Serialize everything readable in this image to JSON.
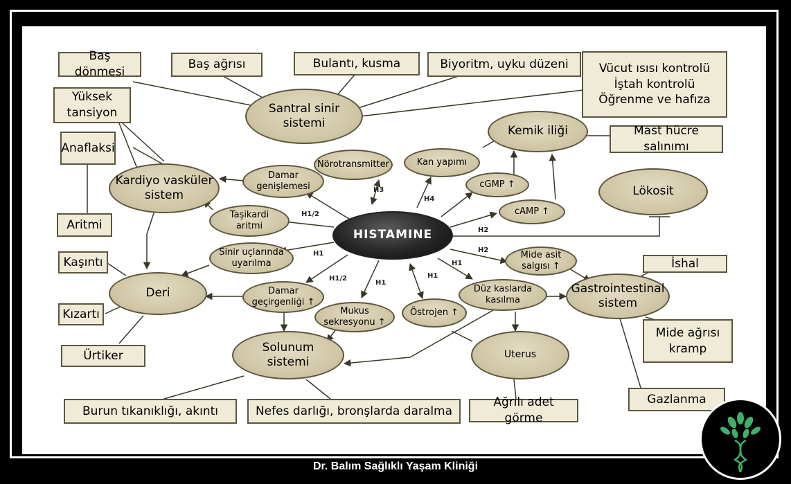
{
  "diagram": {
    "center": {
      "label": "HISTAMINE"
    },
    "systems": {
      "cns": "Santral sinir\nsistemi",
      "cardio": "Kardiyo vasküler\nsistem",
      "skin": "Deri",
      "resp": "Solunum\nsistemi",
      "uterus": "Uterus",
      "gi": "Gastrointestinal\nsistem",
      "bone": "Kemik iliği",
      "leuko": "Lökosit"
    },
    "effects": {
      "neuro": "Nörotransmitter",
      "blood": "Kan yapımı",
      "cgmp": "cGMP ↑",
      "camp": "cAMP ↑",
      "vasodil": "Damar\ngenişlemesi",
      "tachy": "Taşikardi\naritmi",
      "nerve": "Sinir uçlarında\nuyarılma",
      "perm": "Damar\ngeçirgenliği ↑",
      "mucus": "Mukus\nsekresyonu ↑",
      "estro": "Östrojen ↑",
      "smooth": "Düz kaslarda\nkasılma",
      "acid": "Mide asit\nsalgısı ↑"
    },
    "symptoms": {
      "dizzy": "Baş dönmesi",
      "headache": "Baş ağrısı",
      "nausea": "Bulantı, kusma",
      "biorhythm": "Biyoritm, uyku düzeni",
      "body": "Vücut ısısı kontrolü\nİştah kontrolü\nÖğrenme ve hafıza",
      "htn": "Yüksek\ntansiyon",
      "anaph": "Anaflaksi",
      "arrhythmia": "Aritmi",
      "mast": "Mast hücre salınımı",
      "itch": "Kaşıntı",
      "redness": "Kızartı",
      "urticaria": "Ürtiker",
      "diarrhea": "İshal",
      "stomach": "Mide ağrısı\nkramp",
      "gas": "Gazlanma",
      "nose": "Burun tıkanıklığı, akıntı",
      "breath": "Nefes darlığı, bronşlarda daralma",
      "period": "Ağrılı adet görme"
    },
    "receptor_labels": [
      "H3",
      "H4",
      "H1/2",
      "H1",
      "H1/2",
      "H1",
      "H1",
      "H1",
      "H2",
      "H2"
    ]
  },
  "footer": {
    "text": "Dr. Balım Sağlıklı Yaşam Kliniği"
  },
  "colors": {
    "box_fill": "#f0ebd6",
    "ellipse_fill": "#cfc6a5",
    "center_fill": "#1a1a1a",
    "line": "#3a3628"
  }
}
